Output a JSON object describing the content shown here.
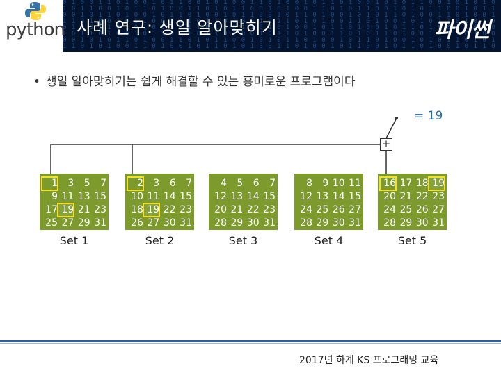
{
  "header": {
    "logo_text": "python",
    "title": "사례 연구: 생일 알아맞히기",
    "badge": "파이썬"
  },
  "bullet": "생일 알아맞히기는 쉽게 해결할 수 있는 흥미로운 프로그램이다",
  "answer": "= 19",
  "plus": "+",
  "sets": [
    {
      "label": "Set 1",
      "rows": [
        [
          "1",
          "3",
          "5",
          "7"
        ],
        [
          "9",
          "11",
          "13",
          "15"
        ],
        [
          "17",
          "19",
          "21",
          "23"
        ],
        [
          "25",
          "27",
          "29",
          "31"
        ]
      ],
      "first": "1",
      "highlight": "19"
    },
    {
      "label": "Set 2",
      "rows": [
        [
          "2",
          "3",
          "6",
          "7"
        ],
        [
          "10",
          "11",
          "14",
          "15"
        ],
        [
          "18",
          "19",
          "22",
          "23"
        ],
        [
          "26",
          "27",
          "30",
          "31"
        ]
      ],
      "first": "2",
      "highlight": "19"
    },
    {
      "label": "Set 3",
      "rows": [
        [
          "4",
          "5",
          "6",
          "7"
        ],
        [
          "12",
          "13",
          "14",
          "15"
        ],
        [
          "20",
          "21",
          "22",
          "23"
        ],
        [
          "28",
          "29",
          "30",
          "31"
        ]
      ],
      "first": "",
      "highlight": ""
    },
    {
      "label": "Set 4",
      "rows": [
        [
          "8",
          "9",
          "10",
          "11"
        ],
        [
          "12",
          "13",
          "14",
          "15"
        ],
        [
          "24",
          "25",
          "26",
          "27"
        ],
        [
          "28",
          "29",
          "30",
          "31"
        ]
      ],
      "first": "",
      "highlight": ""
    },
    {
      "label": "Set 5",
      "rows": [
        [
          "16",
          "17",
          "18",
          "19"
        ],
        [
          "20",
          "21",
          "22",
          "23"
        ],
        [
          "24",
          "25",
          "26",
          "27"
        ],
        [
          "28",
          "29",
          "30",
          "31"
        ]
      ],
      "first": "16",
      "highlight": "19"
    }
  ],
  "footer": "2017년 하계 KS 프로그래밍 교육",
  "colors": {
    "card": "#7c9b2c",
    "highlight": "#f5e027",
    "header": "#04132e",
    "answer": "#1f6db5"
  }
}
